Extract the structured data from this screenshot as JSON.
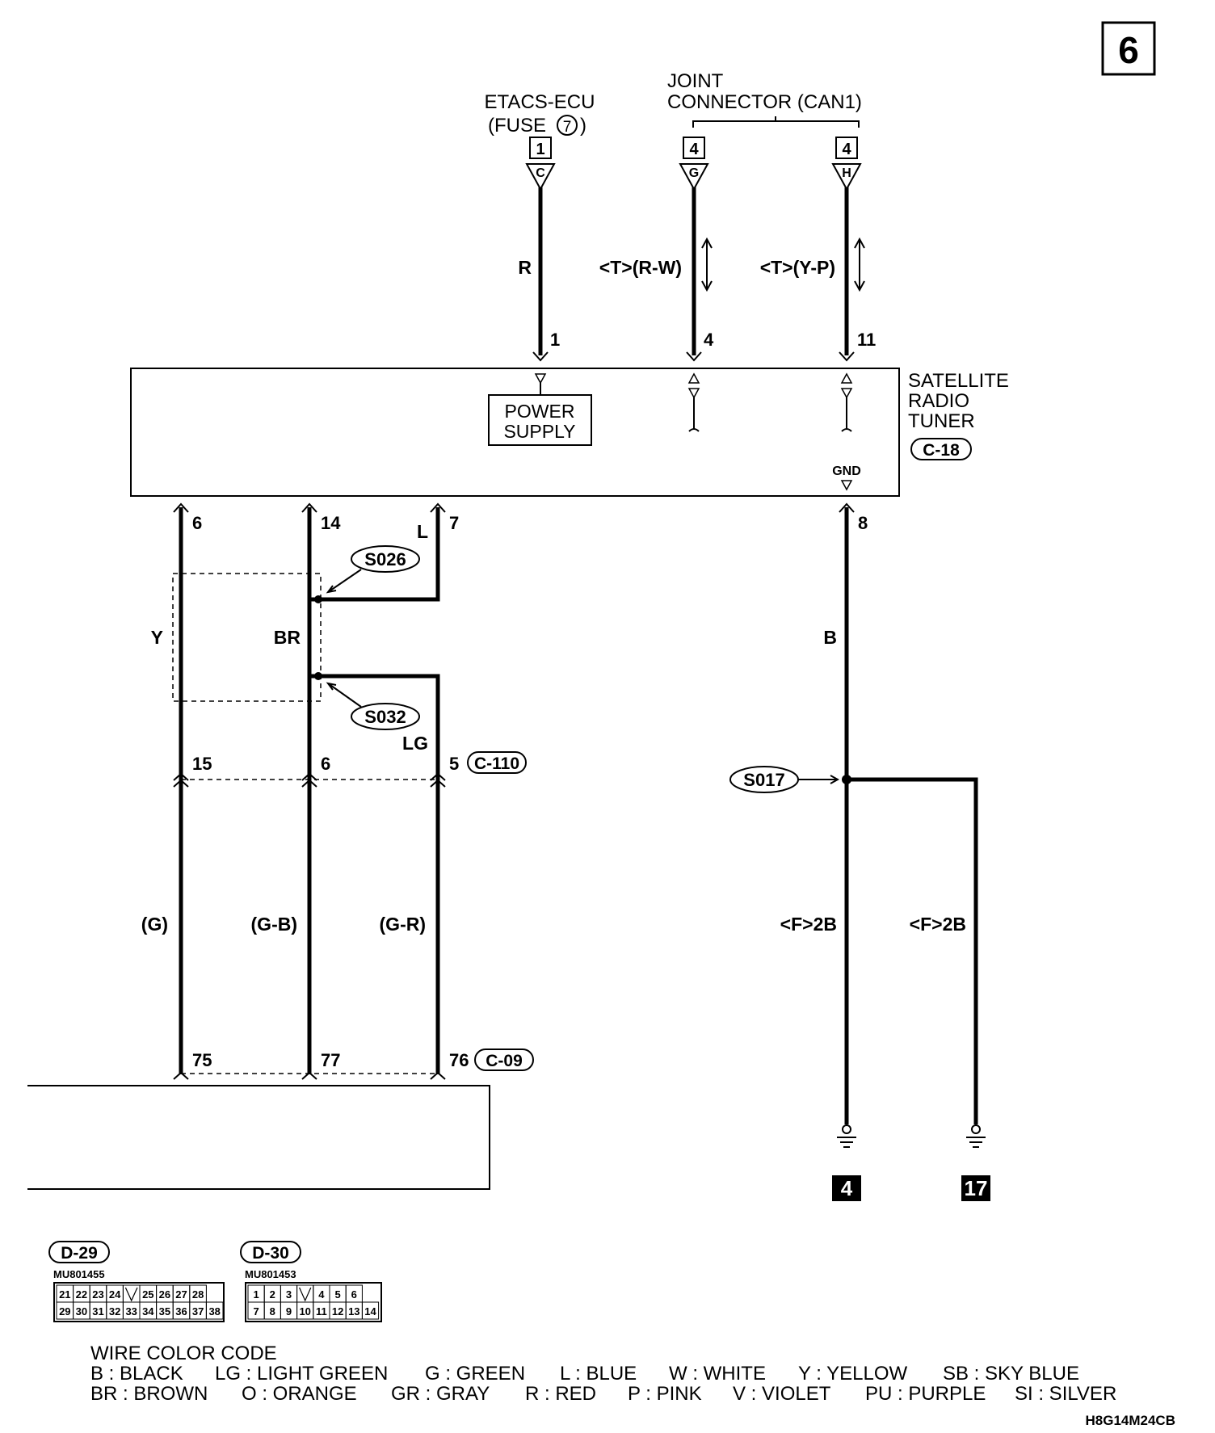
{
  "page_number": "6",
  "connectors": {
    "etacs": {
      "title_line1": "ETACS-ECU",
      "title_line2": "(FUSE",
      "fuse_no": "7",
      "title_close": ")",
      "box": "1",
      "pin": "C"
    },
    "joint": {
      "title_line1": "JOINT",
      "title_line2": "CONNECTOR (CAN1)",
      "box_g": "4",
      "pin_g": "G",
      "box_h": "4",
      "pin_h": "H"
    }
  },
  "top_wires": {
    "r": {
      "color": "R",
      "pin": "1"
    },
    "rw": {
      "color": "<T>(R-W)",
      "pin": "4"
    },
    "yp": {
      "color": "<T>(Y-P)",
      "pin": "11"
    }
  },
  "tuner": {
    "name_line1": "SATELLITE",
    "name_line2": "RADIO",
    "name_line3": "TUNER",
    "connector": "C-18",
    "power_line1": "POWER",
    "power_line2": "SUPPLY",
    "gnd": "GND"
  },
  "bottom_pins": {
    "p6": "6",
    "p14": "14",
    "p7": "7",
    "p8": "8"
  },
  "wire_colors": {
    "l": "L",
    "y": "Y",
    "br": "BR",
    "lg": "LG",
    "b": "B",
    "g": "(G)",
    "gb": "(G-B)",
    "gr": "(G-R)",
    "f2b_a": "<F>2B",
    "f2b_b": "<F>2B"
  },
  "splices": {
    "s026": "S026",
    "s032": "S032",
    "s017": "S017"
  },
  "c110": {
    "p15": "15",
    "p6": "6",
    "p5": "5",
    "name": "C-110"
  },
  "c09": {
    "p75": "75",
    "p77": "77",
    "p76": "76",
    "name": "C-09"
  },
  "grounds": {
    "g4": "4",
    "g17": "17"
  },
  "connector_d29": {
    "name": "D-29",
    "part": "MU801455",
    "row1": [
      "21",
      "22",
      "23",
      "24",
      "",
      "25",
      "26",
      "27",
      "28"
    ],
    "row2": [
      "29",
      "30",
      "31",
      "32",
      "33",
      "34",
      "35",
      "36",
      "37",
      "38"
    ]
  },
  "connector_d30": {
    "name": "D-30",
    "part": "MU801453",
    "row1": [
      "1",
      "2",
      "3",
      "",
      "4",
      "5",
      "6"
    ],
    "row2": [
      "7",
      "8",
      "9",
      "10",
      "11",
      "12",
      "13",
      "14"
    ]
  },
  "legend": {
    "title": "WIRE COLOR CODE",
    "row1": [
      "B : BLACK",
      "LG : LIGHT GREEN",
      "G : GREEN",
      "L : BLUE",
      "W : WHITE",
      "Y : YELLOW",
      "SB : SKY BLUE"
    ],
    "row2": [
      "BR : BROWN",
      "O : ORANGE",
      "GR : GRAY",
      "R : RED",
      "P : PINK",
      "V : VIOLET",
      "PU : PURPLE",
      "SI : SILVER"
    ]
  },
  "figure_code": "H8G14M24CB"
}
